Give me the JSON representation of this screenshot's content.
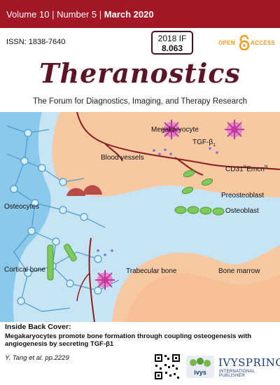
{
  "header": {
    "volume": "Volume 10",
    "number": "Number 5",
    "date": "March 2020",
    "issn": "ISSN: 1838-7640",
    "impact_factor": {
      "label": "2018 IF",
      "value": "8.063"
    },
    "open_access": {
      "open": "OPEN",
      "access": "ACCESS"
    }
  },
  "journal": {
    "title": "Theranostics",
    "subtitle": "The Forum for Diagnostics, Imaging, and Therapy Research"
  },
  "cover_art": {
    "labels": {
      "megakaryocyte": "Megakaryocyte",
      "tgf": "TGF-β",
      "tgf_sub": "1",
      "blood_vessels": "Blood vessels",
      "cd31": "CD31",
      "cd31_sup": "hi",
      "emcn": "Emcn",
      "emcn_sup": "hi",
      "preosteoblast": "Preosteoblast",
      "osteoblast": "Osteoblast",
      "osteocytes": "Osteocytes",
      "cortical_bone": "Cortical bone",
      "trabecular_bone": "Trabecular bone",
      "bone_marrow": "Bone marrow"
    },
    "colors": {
      "marrow": "#f7c9a3",
      "bone": "#c7e4f5",
      "cortical": "#5ab3e0",
      "vessel": "#8b1d1d",
      "cell": "#c23b9c",
      "osteoblast": "#7ecb5c"
    }
  },
  "inside_back_cover": {
    "heading": "Inside Back Cover:",
    "text": "Megakaryocytes promote bone formation through coupling osteogenesis with angiogenesis by secreting TGF-β1",
    "reference": "Y. Tang et al. pp.2229"
  },
  "publisher": {
    "name": "IVYSPRING",
    "sub": "INTERNATIONAL PUBLISHER",
    "logo_text": "ivys"
  },
  "colors": {
    "header_bar": "#a31726",
    "title": "#5c1527",
    "oa_orange": "#f29a1f",
    "ivy_blue": "#1a3d7a"
  }
}
